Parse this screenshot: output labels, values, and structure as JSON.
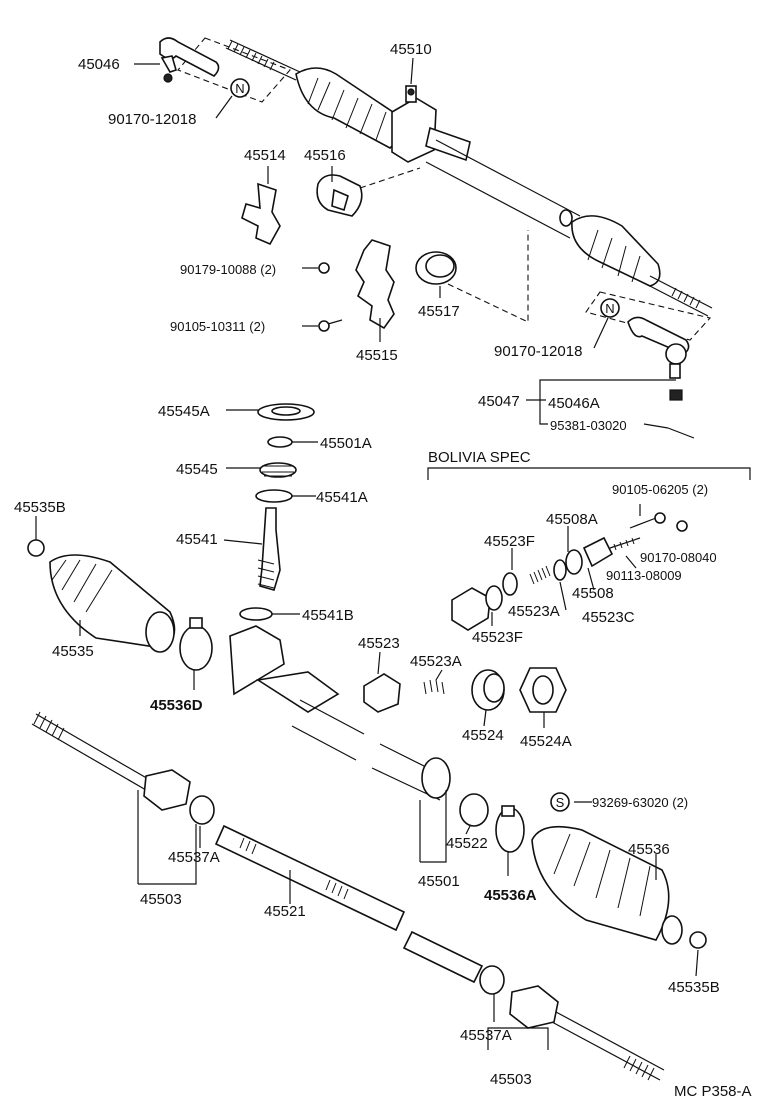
{
  "title_code": "MC P358-A",
  "bolivia_spec": "BOLIVIA SPEC",
  "callouts": {
    "p45046": "45046",
    "p90170_12018_top": "90170-12018",
    "p45510": "45510",
    "p45514": "45514",
    "p45516": "45516",
    "p90179_10088": "90179-10088 (2)",
    "p90105_10311": "90105-10311 (2)",
    "p45515": "45515",
    "p45517": "45517",
    "p90170_12018_right": "90170-12018",
    "p45047": "45047",
    "p45046A": "45046A",
    "p95381_03020": "95381-03020",
    "p45545A": "45545A",
    "p45501A": "45501A",
    "p45545": "45545",
    "p45541A": "45541A",
    "p45541": "45541",
    "p45541B": "45541B",
    "p45535B_left": "45535B",
    "p45535": "45535",
    "p45536D": "45536D",
    "p45523": "45523",
    "p45523A": "45523A",
    "p45524": "45524",
    "p45524A": "45524A",
    "p90105_06205": "90105-06205 (2)",
    "p45508A": "45508A",
    "p45523F_top": "45523F",
    "p90170_08040": "90170-08040",
    "p90113_08009": "90113-08009",
    "p45508": "45508",
    "p45523A_bol": "45523A",
    "p45523C": "45523C",
    "p45523F_bot": "45523F",
    "p93269_63020": "93269-63020 (2)",
    "p45522": "45522",
    "p45501": "45501",
    "p45536": "45536",
    "p45536A": "45536A",
    "p45537A_left": "45537A",
    "p45503_left": "45503",
    "p45521": "45521",
    "p45535B_right": "45535B",
    "p45537A_right": "45537A",
    "p45503_right": "45503"
  },
  "markers": {
    "n_top": "N",
    "n_right": "N",
    "s_clamp": "S"
  }
}
